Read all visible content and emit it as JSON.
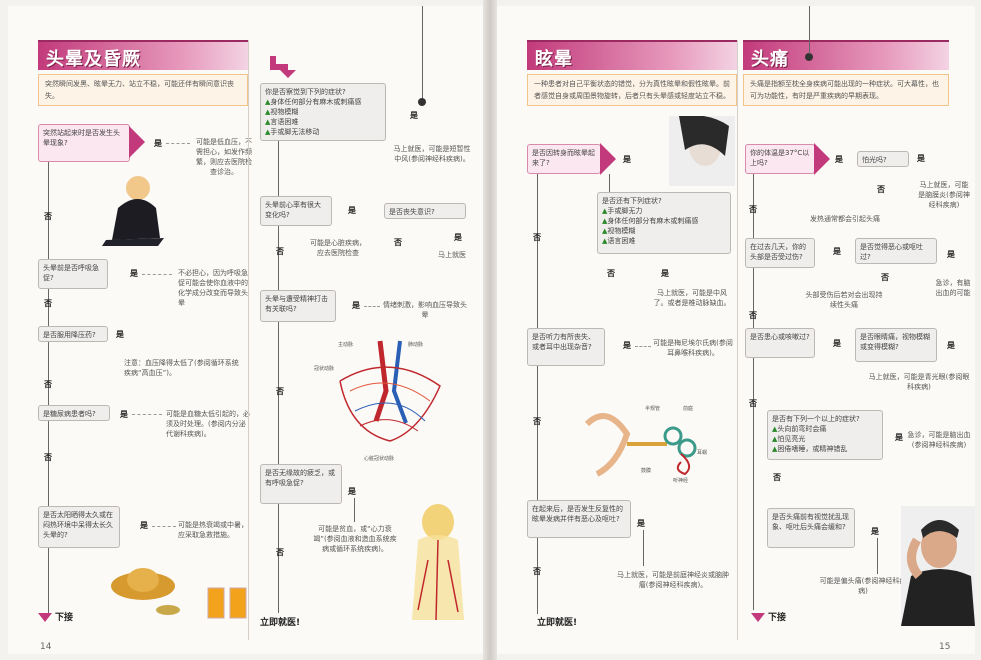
{
  "left": {
    "title": "头晕及昏厥",
    "intro": "突然瞬间发黑、眩晕无力、站立不稳，可能还伴有瞬间意识丧失。",
    "q1": "突然站起来时是否发生头晕现象?",
    "a1": "可能是低血压，不需担心，如发作频繁，则应去医院检查诊治。",
    "q2": "头晕前是否呼吸急促?",
    "a2": "不必担心，因为呼吸急促可能会使你血液中的化学成分改变而导致头晕",
    "q3": "是否服用降压药?",
    "a3": "注意：血压降得太低了(参阅循环系统疾病“高血压”)。",
    "q4": "是糖尿病患者吗?",
    "a4": "可能是血糖太低引起的，必须及时处理。(参阅内分泌代谢科疾病)。",
    "q5": "是否太阳晒得太久或在闷热环境中呆得太长久头晕的?",
    "a5": "可能是热衰竭或中暑，应采取急救措施。",
    "yes": "是",
    "no": "否",
    "next": "下接",
    "col2_q1_title": "你是否察觉到下列的症状?",
    "col2_q1_items": [
      "身体任何部分有麻木或刺痛感",
      "视物模糊",
      "言语困难",
      "手或脚无法移动"
    ],
    "col2_a1": "马上就医，可能是短暂性中风(参阅神经科疾病)。",
    "col2_q2": "头晕前心率有很大变化吗?",
    "col2_q2b": "是否丧失意识?",
    "col2_a2": "马上就医",
    "col2_a2b": "可能是心脏疾病，应去医院检查",
    "col2_q3": "头晕与遭受精神打击有关联吗?",
    "col2_a3": "情绪刺激，影响血压导致头晕",
    "heart_labels": [
      "主动脉",
      "肺动脉",
      "冠状动脉",
      "心脏冠状动脉"
    ],
    "col2_q4": "是否无缘故的疲乏，或有呼吸急促?",
    "col2_a4": "可能是贫血，或“心力衰竭”(参阅血液和造血系统疾病或循环系统疾病)。",
    "urgent": "立即就医!",
    "page_no": "14"
  },
  "right": {
    "title_a": "眩晕",
    "intro_a": "一种患者对自己平衡状态的错觉，分为真性眩晕和假性眩晕。前者感觉自身或周围景物旋转，后者只有头晕感或轻度站立不稳。",
    "title_b": "头痛",
    "intro_b": "头痛是指额至枕全身疾病可能出现的一种症状。可大幕性，也可为功能性，有时是严重疾病的早期表现。",
    "qa1": "是否因转身而眩晕起来了?",
    "qa2_title": "是否还有下列症状?",
    "qa2_items": [
      "手或脚无力",
      "身体任何部分有麻木或刺痛感",
      "视物模糊",
      "语言困难"
    ],
    "aa2": "马上就医，可能是中风了。或者是椎动脉缺血。",
    "qa3": "是否听力有所丧失、或者耳中出现杂音?",
    "aa3": "可能是梅尼埃尔氏病(参阅耳鼻喉科疾病)。",
    "ear_labels": [
      "半规管",
      "前庭",
      "耳蜗",
      "鼓膜",
      "听神经"
    ],
    "qa4": "在起来后，是否发生反复性的眩晕发病并伴有恶心及呕吐?",
    "aa4": "马上就医，可能是前庭神经炎或脑肿瘤(参阅神经科疾病)。",
    "qb1": "你的体温是37°C以上吗?",
    "qb1b": "怕光吗?",
    "ab1": "发热通常都会引起头痛",
    "ab1b": "马上就医，可能是脑膜炎(参阅神经科疾病)",
    "qb2": "在过去几天，你的头部是否受过伤?",
    "qb2b": "是否觉得恶心或呕吐过?",
    "ab2": "头部受伤后若对会出现持续性头痛",
    "ab2b": "急诊，有脑出血的可能",
    "qb3": "是否患心或咳嗽过?",
    "qb3b": "是否眼睛痛，视物模糊或变得模糊?",
    "ab3": "马上就医，可能是青光眼(参阅眼科疾病)",
    "qb4_title": "是否有下列一个以上的症状?",
    "qb4_items": [
      "头向前弯时会痛",
      "怕见亮光",
      "困倦嗜睡，或精神错乱"
    ],
    "ab4": "急诊，可能是脑出血(参阅神经科疾病)",
    "qb5": "是否头痛前有视觉扰乱现象、呕吐后头痛会缓和?",
    "ab5": "可能是偏头痛(参阅神经科疾病)",
    "urgent": "立即就医!",
    "next": "下接",
    "yes": "是",
    "no": "否",
    "page_no": "15"
  }
}
